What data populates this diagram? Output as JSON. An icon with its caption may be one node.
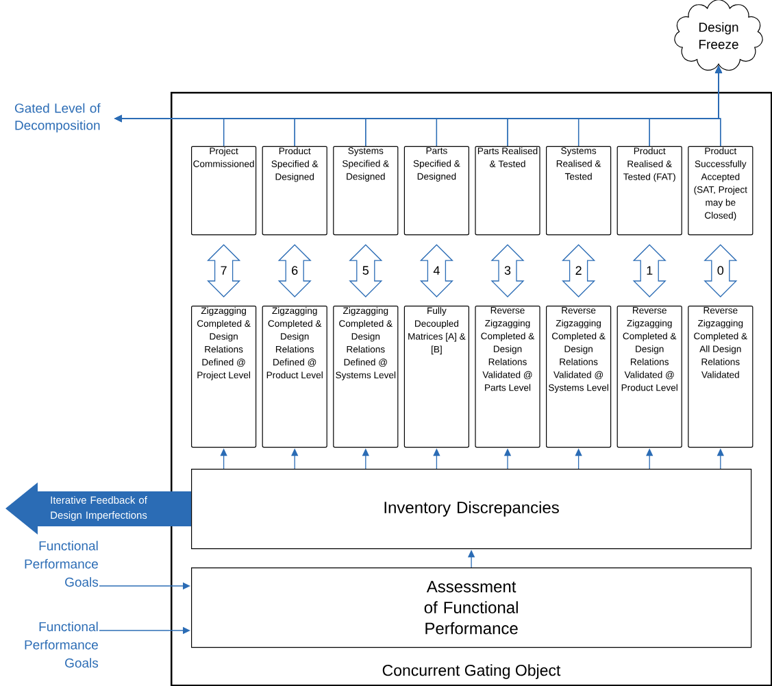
{
  "diagram": {
    "nodes": [
      {
        "text": [
          "Concurrent Gating Object"
        ]
      },
      {
        "text": [
          "Design Freeze"
        ]
      },
      {
        "text": [
          "Gated Level of Decomposition"
        ]
      },
      {
        "text": [
          "Project Commissioned"
        ],
        "in": 0
      },
      {
        "text": [
          "Product Specified & Designed"
        ],
        "in": 0
      },
      {
        "text": [
          "Systems Specified & Designed"
        ],
        "in": 0
      },
      {
        "text": [
          "Parts Specified & Designed"
        ],
        "in": 0
      },
      {
        "text": [
          "Parts Realised & Tested"
        ],
        "in": 0
      },
      {
        "text": [
          "Systems Realised & Tested"
        ],
        "in": 0
      },
      {
        "text": [
          "Product Realised & Tested (FAT)"
        ],
        "in": 0
      },
      {
        "text": [
          "Product Successfully Accepted (SAT, Project may be Closed)"
        ],
        "in": 0
      },
      {
        "text": [
          "Zigzagging Completed & Design Relations Defined @ Project Level"
        ],
        "in": 0
      },
      {
        "text": [
          "Zigzagging Completed & Design Relations Defined @ Product Level"
        ],
        "in": 0
      },
      {
        "text": [
          "Zigzagging Completed & Design Relations Defined @ Systems Level"
        ],
        "in": 0
      },
      {
        "text": [
          "Fully Decoupled Matrices [A] & [B]"
        ],
        "in": 0
      },
      {
        "text": [
          "Reverse Zigzagging Completed & Design Relations Validated @ Parts Level"
        ],
        "in": 0
      },
      {
        "text": [
          "Reverse Zigzagging Completed & Design Relations Validated @ Systems Level"
        ],
        "in": 0
      },
      {
        "text": [
          "Reverse Zigzagging Completed & Design Relations Validated @ Product Level"
        ],
        "in": 0
      },
      {
        "text": [
          "Reverse Zigzagging Completed & All Design Relations Validated"
        ],
        "in": 0
      },
      {
        "text": [
          "Inventory Discrepancies"
        ],
        "in": 0
      },
      {
        "text": [
          "Assessment of Functional Performance"
        ],
        "in": 0
      },
      {
        "text": [
          "Iterative Feedback of Design Imperfections"
        ]
      },
      {
        "text": [
          "Functional Performance Goals"
        ]
      },
      {
        "text": [
          "Functional Performance Goals"
        ]
      }
    ],
    "edges": [
      {
        "from": 3,
        "to": 2,
        "arrow": "to"
      },
      {
        "from": 4,
        "to": 2,
        "arrow": "to"
      },
      {
        "from": 5,
        "to": 2,
        "arrow": "to"
      },
      {
        "from": 6,
        "to": 2,
        "arrow": "to"
      },
      {
        "from": 7,
        "to": 2,
        "arrow": "to"
      },
      {
        "from": 8,
        "to": 2,
        "arrow": "to"
      },
      {
        "from": 9,
        "to": 2,
        "arrow": "to"
      },
      {
        "from": 10,
        "to": 2,
        "arrow": "to"
      },
      {
        "from": 3,
        "to": 1,
        "arrow": "to"
      },
      {
        "from": 4,
        "to": 1,
        "arrow": "to"
      },
      {
        "from": 5,
        "to": 1,
        "arrow": "to"
      },
      {
        "from": 6,
        "to": 1,
        "arrow": "to"
      },
      {
        "from": 7,
        "to": 1,
        "arrow": "to"
      },
      {
        "from": 8,
        "to": 1,
        "arrow": "to"
      },
      {
        "from": 9,
        "to": 1,
        "arrow": "to"
      },
      {
        "from": 10,
        "to": 1,
        "arrow": "to"
      },
      {
        "from": 3,
        "to": 11,
        "arrow": "both",
        "label": "7"
      },
      {
        "from": 4,
        "to": 12,
        "arrow": "both",
        "label": "6"
      },
      {
        "from": 5,
        "to": 13,
        "arrow": "both",
        "label": "5"
      },
      {
        "from": 6,
        "to": 14,
        "arrow": "both",
        "label": "4"
      },
      {
        "from": 7,
        "to": 15,
        "arrow": "both",
        "label": "3"
      },
      {
        "from": 8,
        "to": 16,
        "arrow": "both",
        "label": "2"
      },
      {
        "from": 9,
        "to": 17,
        "arrow": "both",
        "label": "1"
      },
      {
        "from": 10,
        "to": 18,
        "arrow": "both",
        "label": "0"
      },
      {
        "from": 19,
        "to": 11,
        "arrow": "to"
      },
      {
        "from": 19,
        "to": 12,
        "arrow": "to"
      },
      {
        "from": 19,
        "to": 13,
        "arrow": "to"
      },
      {
        "from": 19,
        "to": 14,
        "arrow": "to"
      },
      {
        "from": 19,
        "to": 15,
        "arrow": "to"
      },
      {
        "from": 19,
        "to": 16,
        "arrow": "to"
      },
      {
        "from": 19,
        "to": 17,
        "arrow": "to"
      },
      {
        "from": 19,
        "to": 18,
        "arrow": "to"
      },
      {
        "from": 20,
        "to": 19,
        "arrow": "to"
      },
      {
        "from": 22,
        "to": 20,
        "arrow": "to"
      },
      {
        "from": 23,
        "to": 20,
        "arrow": "to"
      }
    ]
  }
}
